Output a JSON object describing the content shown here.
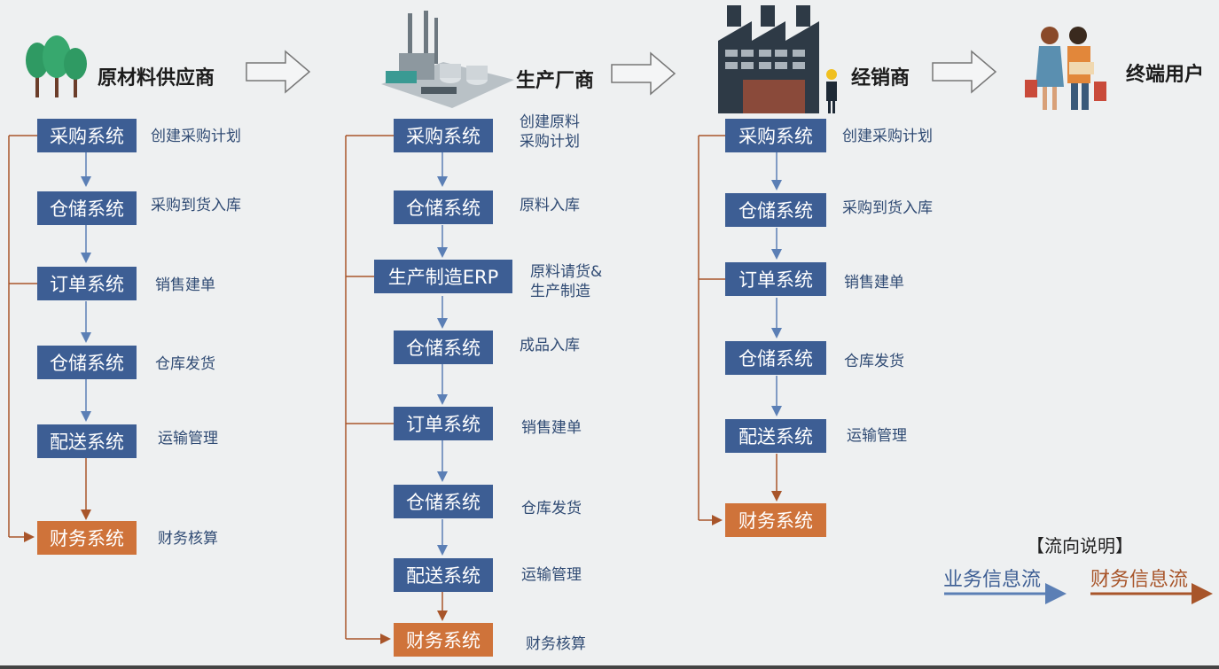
{
  "headers": {
    "supplier": "原材料供应商",
    "manufacturer": "生产厂商",
    "distributor": "经销商",
    "end_user": "终端用户"
  },
  "supplier": {
    "boxes": [
      "采购系统",
      "仓储系统",
      "订单系统",
      "仓储系统",
      "配送系统",
      "财务系统"
    ],
    "descs": [
      "创建采购计划",
      "采购到货入库",
      "销售建单",
      "仓库发货",
      "运输管理",
      "财务核算"
    ]
  },
  "manufacturer": {
    "boxes": [
      "采购系统",
      "仓储系统",
      "生产制造ERP",
      "仓储系统",
      "订单系统",
      "仓储系统",
      "配送系统",
      "财务系统"
    ],
    "descs": [
      [
        "创建原料",
        "采购计划"
      ],
      [
        "原料入库"
      ],
      [
        "原料请货&",
        "生产制造"
      ],
      [
        "成品入库"
      ],
      [
        "销售建单"
      ],
      [
        "仓库发货"
      ],
      [
        "运输管理"
      ],
      [
        "财务核算"
      ]
    ]
  },
  "distributor": {
    "boxes": [
      "采购系统",
      "仓储系统",
      "订单系统",
      "仓储系统",
      "配送系统",
      "财务系统"
    ],
    "descs": [
      "创建采购计划",
      "采购到货入库",
      "销售建单",
      "仓库发货",
      "运输管理"
    ]
  },
  "legend": {
    "title": "【流向说明】",
    "business": "业务信息流",
    "finance": "财务信息流"
  },
  "colors": {
    "business_flow": "#5b7fb5",
    "finance_flow": "#a8552a",
    "box_blue": "#3d5e94",
    "box_orange": "#cf733a"
  },
  "icons": [
    "tree-icon",
    "factory-plant-icon",
    "warehouse-icon",
    "shoppers-icon"
  ]
}
